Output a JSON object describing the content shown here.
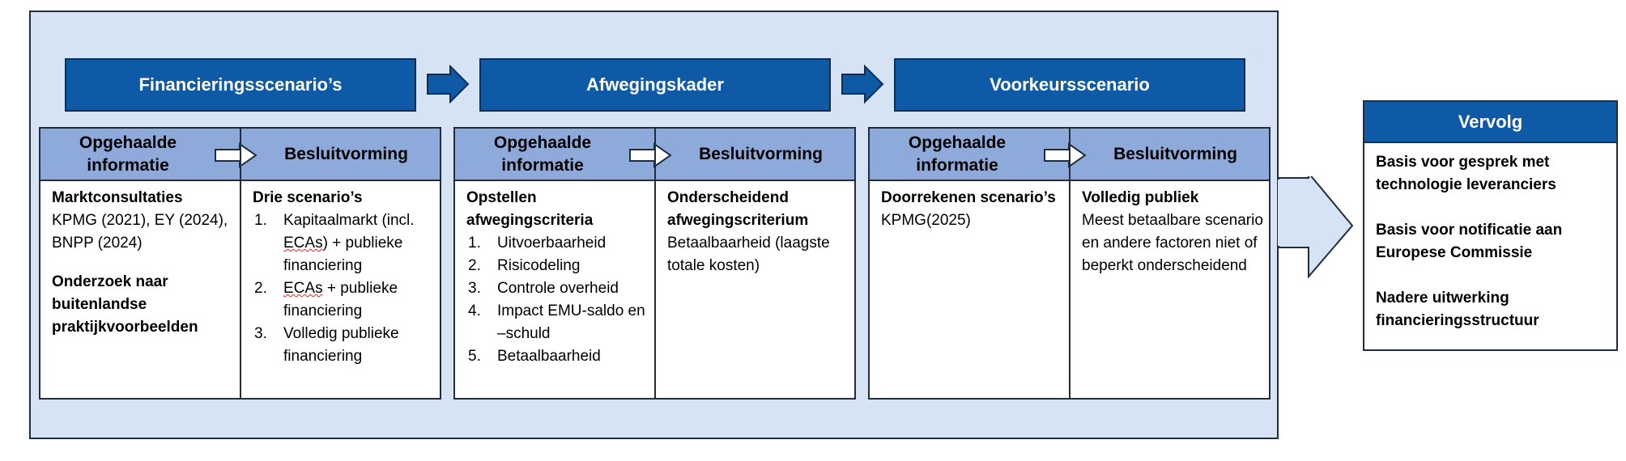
{
  "phases": [
    {
      "title": "Financieringsscenario’s"
    },
    {
      "title": "Afwegingskader"
    },
    {
      "title": "Voorkeursscenario"
    }
  ],
  "sections": [
    {
      "header_left": "Opgehaalde informatie",
      "header_right": "Besluitvorming",
      "left": {
        "heading1": "Marktconsultaties",
        "text1": "KPMG (2021), EY (2024), BNPP (2024)",
        "heading2": "Onderzoek naar buitenlandse praktijkvoorbeelden"
      },
      "right": {
        "heading": "Drie scenario’s",
        "items": [
          {
            "n": "1.",
            "pre": "Kapitaalmarkt (incl. ",
            "abbr": "ECAs",
            "post": ") + publieke financiering"
          },
          {
            "n": "2.",
            "pre": "",
            "abbr": "ECAs",
            "post": " + publieke financiering"
          },
          {
            "n": "3.",
            "pre": "Volledig publieke financiering",
            "abbr": "",
            "post": ""
          }
        ]
      }
    },
    {
      "header_left": "Opgehaalde informatie",
      "header_right": "Besluitvorming",
      "left": {
        "heading": "Opstellen afwegingscriteria",
        "items": [
          {
            "n": "1.",
            "text": "Uitvoerbaarheid"
          },
          {
            "n": "2.",
            "text": "Risicodeling"
          },
          {
            "n": "3.",
            "text": "Controle overheid"
          },
          {
            "n": "4.",
            "text": "Impact EMU-saldo en –schuld"
          },
          {
            "n": "5.",
            "text": "Betaalbaarheid"
          }
        ]
      },
      "right": {
        "heading": "Onderscheidend afwegingscriterium",
        "text": "Betaalbaarheid (laagste totale kosten)"
      }
    },
    {
      "header_left": "Opgehaalde informatie",
      "header_right": "Besluitvorming",
      "left": {
        "heading": "Doorrekenen scenario’s",
        "text": "KPMG(2025)"
      },
      "right": {
        "heading": "Volledig publiek",
        "text": "Meest betaalbare scenario en andere factoren niet of beperkt onderscheidend"
      }
    }
  ],
  "vervolg": {
    "title": "Vervolg",
    "items": [
      "Basis voor gesprek met technologie leveranciers",
      "Basis voor notificatie aan Europese Commissie",
      "Nadere uitwerking financieringsstructuur"
    ]
  },
  "colors": {
    "panel_bg": "#d6e3f4",
    "phase_blue": "#0f5aa6",
    "header_blue": "#8eaadb",
    "outline": "#1f2d3d"
  }
}
